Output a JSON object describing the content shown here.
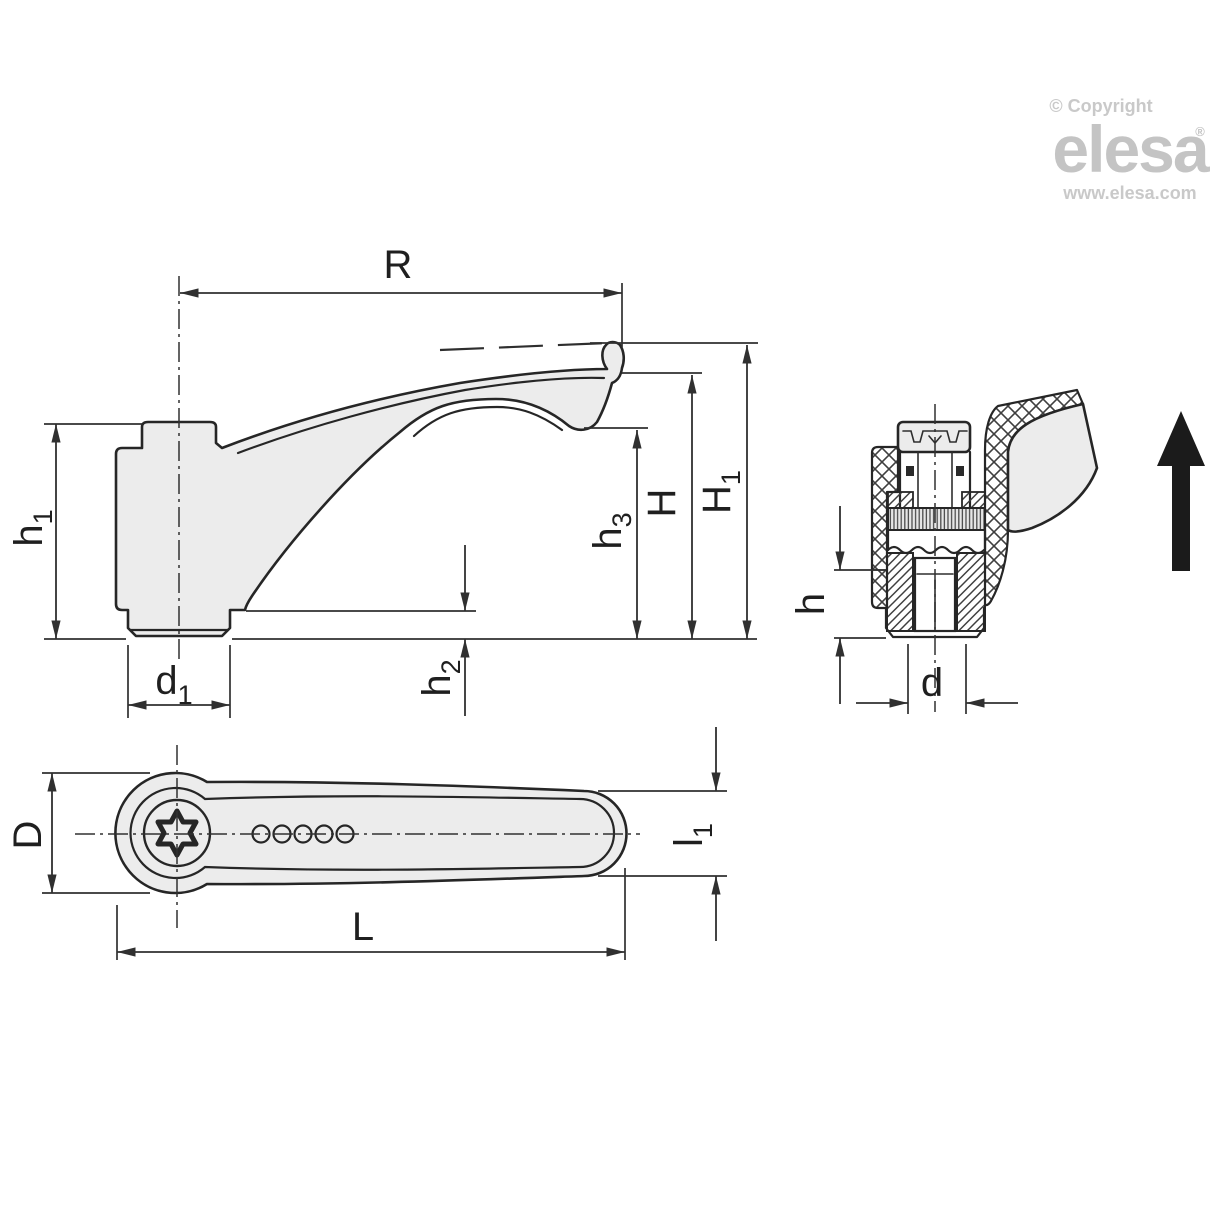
{
  "branding": {
    "copyright_line": "© Copyright",
    "logo_text": "elesa",
    "registered_mark": "®",
    "website": "www.elesa.com",
    "logo_color": "#c4c4c4"
  },
  "drawing": {
    "stroke_color": "#262626",
    "part_fill": "#ececec",
    "label_color": "#1f1f1f",
    "direction_arrow_color": "#1b1b1b",
    "labels": {
      "R": {
        "main": "R",
        "sub": ""
      },
      "h1": {
        "main": "h",
        "sub": "1"
      },
      "d1": {
        "main": "d",
        "sub": "1"
      },
      "h2": {
        "main": "h",
        "sub": "2"
      },
      "h3": {
        "main": "h",
        "sub": "3"
      },
      "H": {
        "main": "H",
        "sub": ""
      },
      "H1": {
        "main": "H",
        "sub": "1"
      },
      "h": {
        "main": "h",
        "sub": ""
      },
      "d": {
        "main": "d",
        "sub": ""
      },
      "D": {
        "main": "D",
        "sub": ""
      },
      "l1": {
        "main": "l",
        "sub": "1"
      },
      "L": {
        "main": "L",
        "sub": ""
      }
    }
  }
}
